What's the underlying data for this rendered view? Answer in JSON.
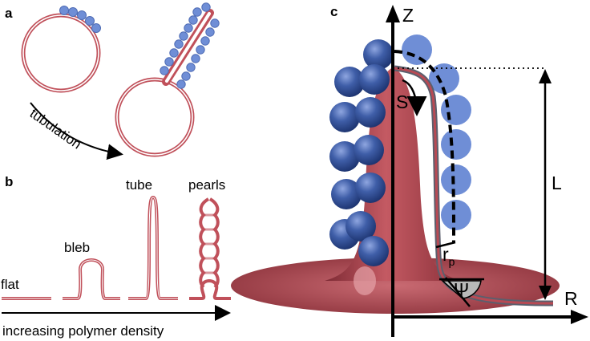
{
  "figure": {
    "panel_a": {
      "letter": "a",
      "arrow_label": "tubulation"
    },
    "panel_b": {
      "letter": "b",
      "shape_labels": [
        "flat",
        "bleb",
        "tube",
        "pearls"
      ],
      "axis_label": "increasing polymer density"
    },
    "panel_c": {
      "letter": "c",
      "z_label": "Z",
      "r_label": "R",
      "s_label": "S",
      "l_label": "L",
      "rp_main": "r",
      "rp_sub": "p",
      "psi_label": "Ψ"
    },
    "colors": {
      "membrane_outline": "#c0505a",
      "membrane_fill": "#a8404a",
      "polymer_blue": "#6f8ed6",
      "sphere_dark": "#2e4a8c",
      "axis": "#000000"
    }
  }
}
